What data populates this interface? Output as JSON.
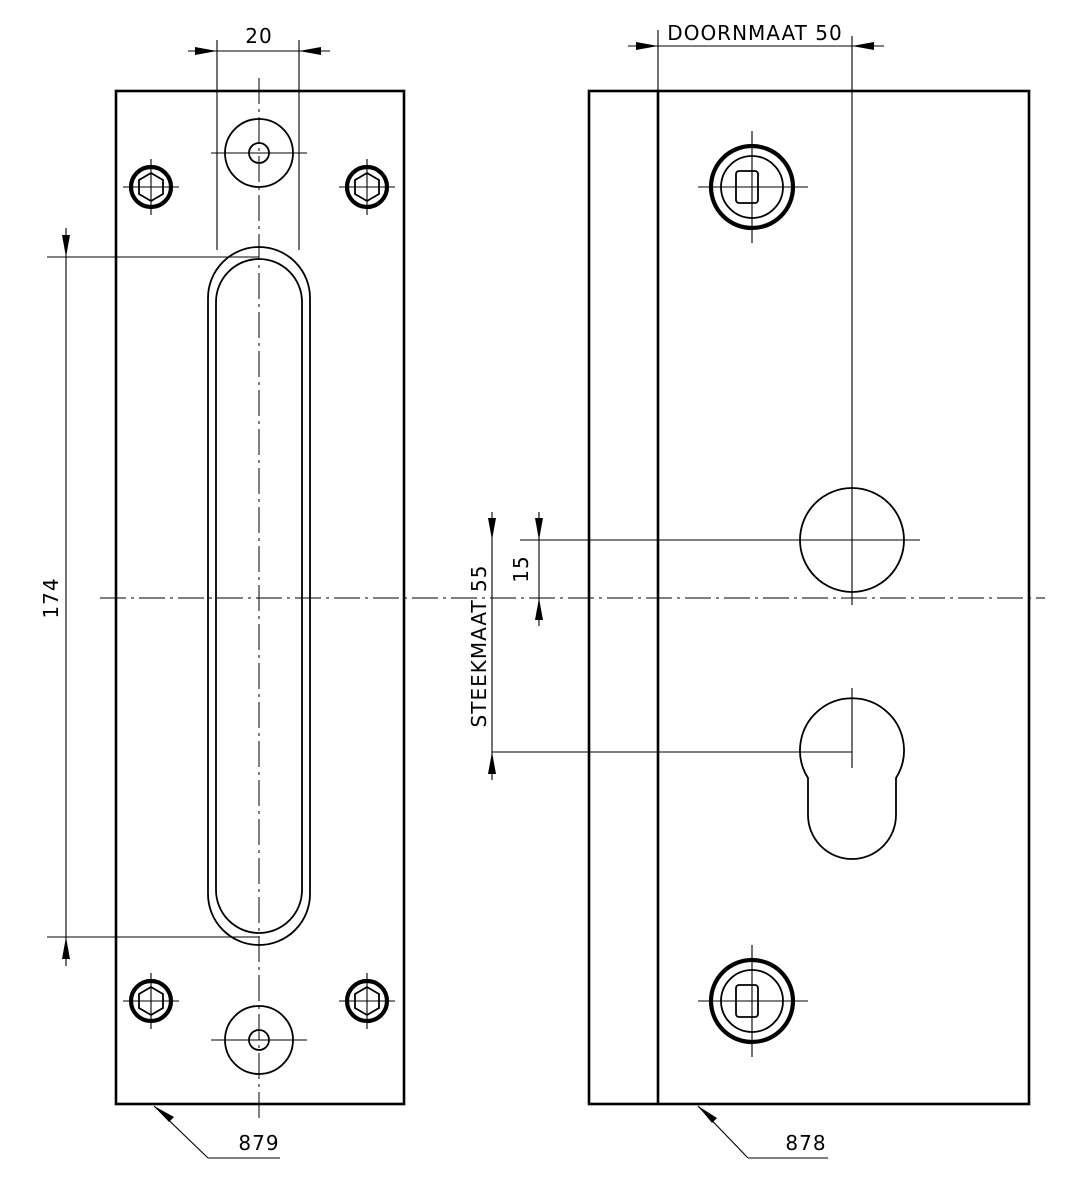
{
  "drawing": {
    "left_view": {
      "width_dimension": "20",
      "length_dimension": "174",
      "part_label": "879"
    },
    "right_view": {
      "doornmaat": "DOORNMAAT 50",
      "steekmaat": "STEEKMAAT 55",
      "offset_dimension": "15",
      "part_label": "878"
    }
  }
}
